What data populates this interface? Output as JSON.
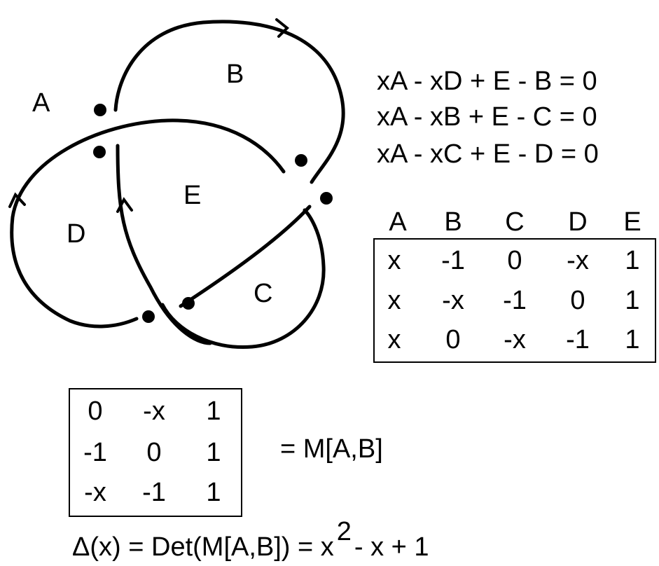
{
  "knot": {
    "region_labels": [
      "A",
      "B",
      "C",
      "D",
      "E"
    ]
  },
  "equations": [
    "xA - xD + E - B = 0",
    "xA - xB + E - C = 0",
    "xA - xC + E - D = 0"
  ],
  "table": {
    "headers": [
      "A",
      "B",
      "C",
      "D",
      "E"
    ],
    "rows": [
      [
        "x",
        "-1",
        "0",
        "-x",
        "1"
      ],
      [
        "x",
        "-x",
        "-1",
        "0",
        "1"
      ],
      [
        "x",
        "0",
        "-x",
        "-1",
        "1"
      ]
    ]
  },
  "minor": {
    "rows": [
      [
        "0",
        "-x",
        "1"
      ],
      [
        "-1",
        "0",
        "1"
      ],
      [
        "-x",
        "-1",
        "1"
      ]
    ],
    "label": "= M[A,B]"
  },
  "result": {
    "prefix": "Δ(x) = Det(M[A,B])  =  x",
    "exponent": "2",
    "suffix": "- x  + 1"
  }
}
